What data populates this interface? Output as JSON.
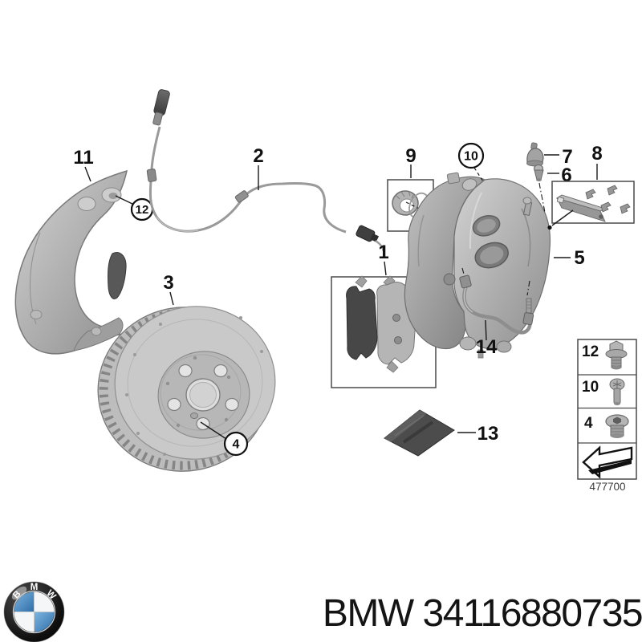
{
  "diagram": {
    "description": "BMW front brake assembly exploded parts diagram",
    "callouts": {
      "brake_pads": "1",
      "sensor_wire": "2",
      "brake_disc": "3",
      "wheel_stud": "4",
      "caliper": "5",
      "bleeder_valve": "6",
      "dust_cap": "7",
      "guide_rail_kit": "8",
      "piston_seal_kit": "9",
      "caliper_screw": "10",
      "splash_shield": "11",
      "shield_screw": "12",
      "grease_packet": "13",
      "brake_hose": "14"
    },
    "legend": {
      "rows": [
        {
          "label": "12",
          "icon": "flange-bolt-icon"
        },
        {
          "label": "10",
          "icon": "torx-screw-icon"
        },
        {
          "label": "4",
          "icon": "socket-plug-icon"
        },
        {
          "label": "",
          "icon": "direction-arrow-icon"
        }
      ],
      "diagram_number": "477700"
    }
  },
  "branding": {
    "logo_letters": [
      "B",
      "M",
      "W"
    ],
    "part_title": "BMW 34116880735"
  },
  "colors": {
    "background": "#ffffff",
    "line": "#1a1a1a",
    "metal_light": "#c9c9c9",
    "metal_mid": "#a8a8a8",
    "metal_dark": "#4c4c4c",
    "bmw_blue": "#3d7fc1"
  }
}
